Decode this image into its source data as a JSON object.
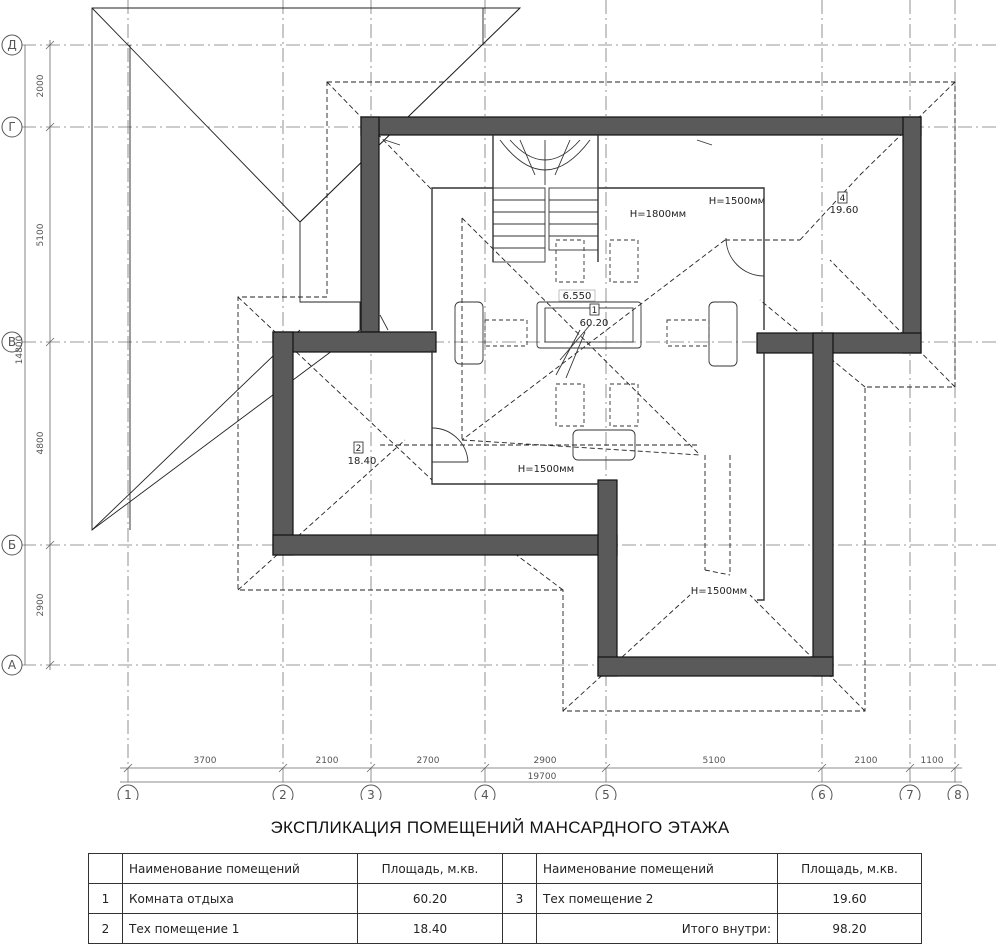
{
  "axes": {
    "rows": [
      "Д",
      "Г",
      "В",
      "Б",
      "А"
    ],
    "columns": [
      "1",
      "2",
      "3",
      "4",
      "5",
      "6",
      "7",
      "8"
    ]
  },
  "dimensions": {
    "vertical": [
      "2000",
      "5100",
      "14800",
      "4800",
      "2900"
    ],
    "horizontal": [
      "3700",
      "2100",
      "2700",
      "2900",
      "5100",
      "2100",
      "1100"
    ],
    "horizontal_total": "19700"
  },
  "rooms": [
    {
      "num": "1",
      "area": "60.20"
    },
    {
      "num": "2",
      "area": "18.40"
    },
    {
      "num": "4",
      "area": "19.60"
    }
  ],
  "notes": {
    "level": "6.550",
    "h_top": "H=1500мм",
    "h_mid": "H=1800мм",
    "h_bottom": "H=1500мм",
    "h_right": "H=1500мм"
  },
  "explication": {
    "title": "ЭКСПЛИКАЦИЯ ПОМЕЩЕНИЙ МАНСАРДНОГО ЭТАЖА",
    "headers": {
      "name": "Наименование помещений",
      "area": "Площадь, м.кв."
    },
    "rows": [
      {
        "num": "1",
        "name": "Комната отдыха",
        "area": "60.20",
        "num2": "3",
        "name2": "Тех помещение 2",
        "area2": "19.60"
      },
      {
        "num": "2",
        "name": "Тех помещение 1",
        "area": "18.40",
        "num2": "",
        "name2": "Итого внутри:",
        "area2": "98.20"
      }
    ]
  },
  "colors": {
    "wall": "#5a5a5a",
    "wall_outline": "#111111",
    "grid": "#777777"
  }
}
